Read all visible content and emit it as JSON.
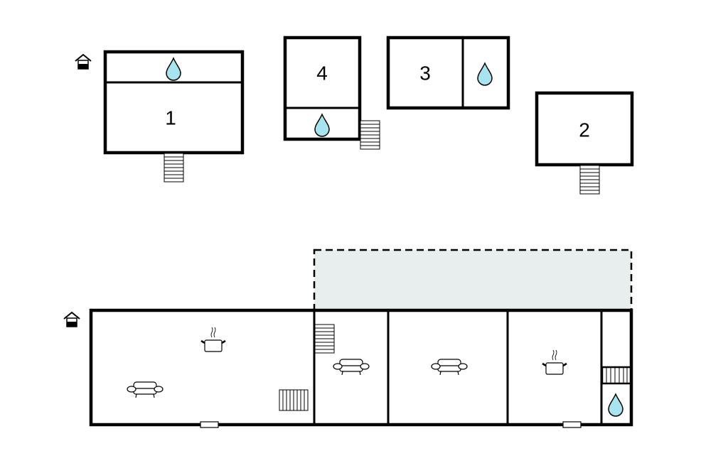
{
  "plan": {
    "buildings": [
      {
        "id": "building-1",
        "label": "1"
      },
      {
        "id": "building-2",
        "label": "2"
      },
      {
        "id": "building-3",
        "label": "3"
      },
      {
        "id": "building-4",
        "label": "4"
      }
    ],
    "icons": {
      "entrance": "house-entrance-icon",
      "bathroom": "water-drop-icon",
      "kitchen": "cooking-pot-icon",
      "living": "sofa-icon",
      "stairs": "stairs-icon",
      "window": "window-icon"
    },
    "colors": {
      "wall": "#000000",
      "water": "#a8e4f0",
      "terrace": "#e8eeee"
    }
  }
}
